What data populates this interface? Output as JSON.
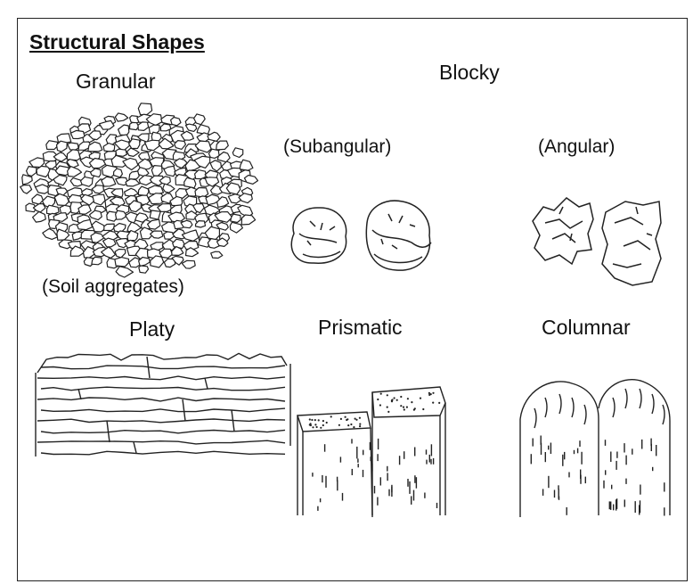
{
  "title": "Structural Shapes",
  "labels": {
    "granular": "Granular",
    "soil_aggregates": "(Soil aggregates)",
    "blocky": "Blocky",
    "subangular": "(Subangular)",
    "angular": "(Angular)",
    "platy": "Platy",
    "prismatic": "Prismatic",
    "columnar": "Columnar"
  }
}
